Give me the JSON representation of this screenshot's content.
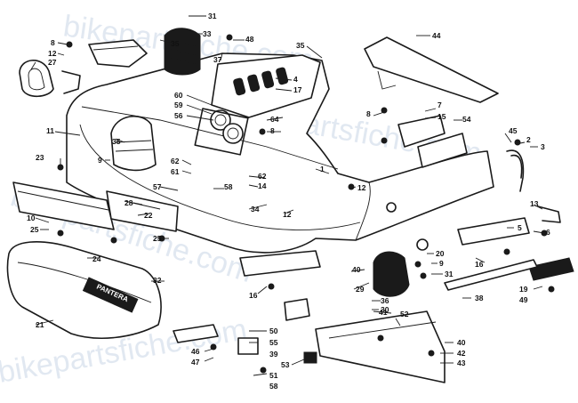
{
  "watermark": "bikepartsfiche.com",
  "decal_text": "PANTERA",
  "colors": {
    "line": "#1a1a1a",
    "paper": "#ffffff",
    "watermark": "#c9d6e6"
  },
  "callouts": [
    {
      "id": "c31a",
      "text": "31"
    },
    {
      "id": "c33",
      "text": "33"
    },
    {
      "id": "c35a",
      "text": "35"
    },
    {
      "id": "c48",
      "text": "48"
    },
    {
      "id": "c44",
      "text": "44"
    },
    {
      "id": "c8a",
      "text": "8"
    },
    {
      "id": "c12a",
      "text": "12"
    },
    {
      "id": "c27",
      "text": "27"
    },
    {
      "id": "c35b",
      "text": "35"
    },
    {
      "id": "c37",
      "text": "37"
    },
    {
      "id": "c4",
      "text": "4"
    },
    {
      "id": "c17",
      "text": "17"
    },
    {
      "id": "c60",
      "text": "60"
    },
    {
      "id": "c59",
      "text": "59"
    },
    {
      "id": "c56",
      "text": "56"
    },
    {
      "id": "c64",
      "text": "64"
    },
    {
      "id": "c8b",
      "text": "8"
    },
    {
      "id": "c7",
      "text": "7"
    },
    {
      "id": "c15",
      "text": "15"
    },
    {
      "id": "c54",
      "text": "54"
    },
    {
      "id": "c8c",
      "text": "8"
    },
    {
      "id": "c45",
      "text": "45"
    },
    {
      "id": "c2",
      "text": "2"
    },
    {
      "id": "c3",
      "text": "3"
    },
    {
      "id": "c11",
      "text": "11"
    },
    {
      "id": "c35c",
      "text": "35"
    },
    {
      "id": "c23",
      "text": "23"
    },
    {
      "id": "c9",
      "text": "9"
    },
    {
      "id": "c62a",
      "text": "62"
    },
    {
      "id": "c61",
      "text": "61"
    },
    {
      "id": "c1",
      "text": "1"
    },
    {
      "id": "c62b",
      "text": "62"
    },
    {
      "id": "c14",
      "text": "14"
    },
    {
      "id": "c12b",
      "text": "12"
    },
    {
      "id": "c57",
      "text": "57"
    },
    {
      "id": "c58a",
      "text": "58"
    },
    {
      "id": "c28",
      "text": "28"
    },
    {
      "id": "c22",
      "text": "22"
    },
    {
      "id": "c34",
      "text": "34"
    },
    {
      "id": "c12c",
      "text": "12"
    },
    {
      "id": "c13",
      "text": "13"
    },
    {
      "id": "c10",
      "text": "10"
    },
    {
      "id": "c25a",
      "text": "25"
    },
    {
      "id": "c25b",
      "text": "25"
    },
    {
      "id": "c5",
      "text": "5"
    },
    {
      "id": "c6",
      "text": "6"
    },
    {
      "id": "c24",
      "text": "24"
    },
    {
      "id": "c20",
      "text": "20"
    },
    {
      "id": "c9b",
      "text": "9"
    },
    {
      "id": "c16a",
      "text": "16"
    },
    {
      "id": "c40a",
      "text": "40"
    },
    {
      "id": "c31b",
      "text": "31"
    },
    {
      "id": "c32",
      "text": "32"
    },
    {
      "id": "c16b",
      "text": "16"
    },
    {
      "id": "c29",
      "text": "29"
    },
    {
      "id": "c36",
      "text": "36"
    },
    {
      "id": "c30",
      "text": "30"
    },
    {
      "id": "c38",
      "text": "38"
    },
    {
      "id": "c19",
      "text": "19"
    },
    {
      "id": "c49",
      "text": "49"
    },
    {
      "id": "c41",
      "text": "41"
    },
    {
      "id": "c52",
      "text": "52"
    },
    {
      "id": "c21",
      "text": "21"
    },
    {
      "id": "c50",
      "text": "50"
    },
    {
      "id": "c55",
      "text": "55"
    },
    {
      "id": "c39",
      "text": "39"
    },
    {
      "id": "c53",
      "text": "53"
    },
    {
      "id": "c51",
      "text": "51"
    },
    {
      "id": "c58b",
      "text": "58"
    },
    {
      "id": "c46",
      "text": "46"
    },
    {
      "id": "c47",
      "text": "47"
    },
    {
      "id": "c40b",
      "text": "40"
    },
    {
      "id": "c42",
      "text": "42"
    },
    {
      "id": "c43",
      "text": "43"
    }
  ]
}
